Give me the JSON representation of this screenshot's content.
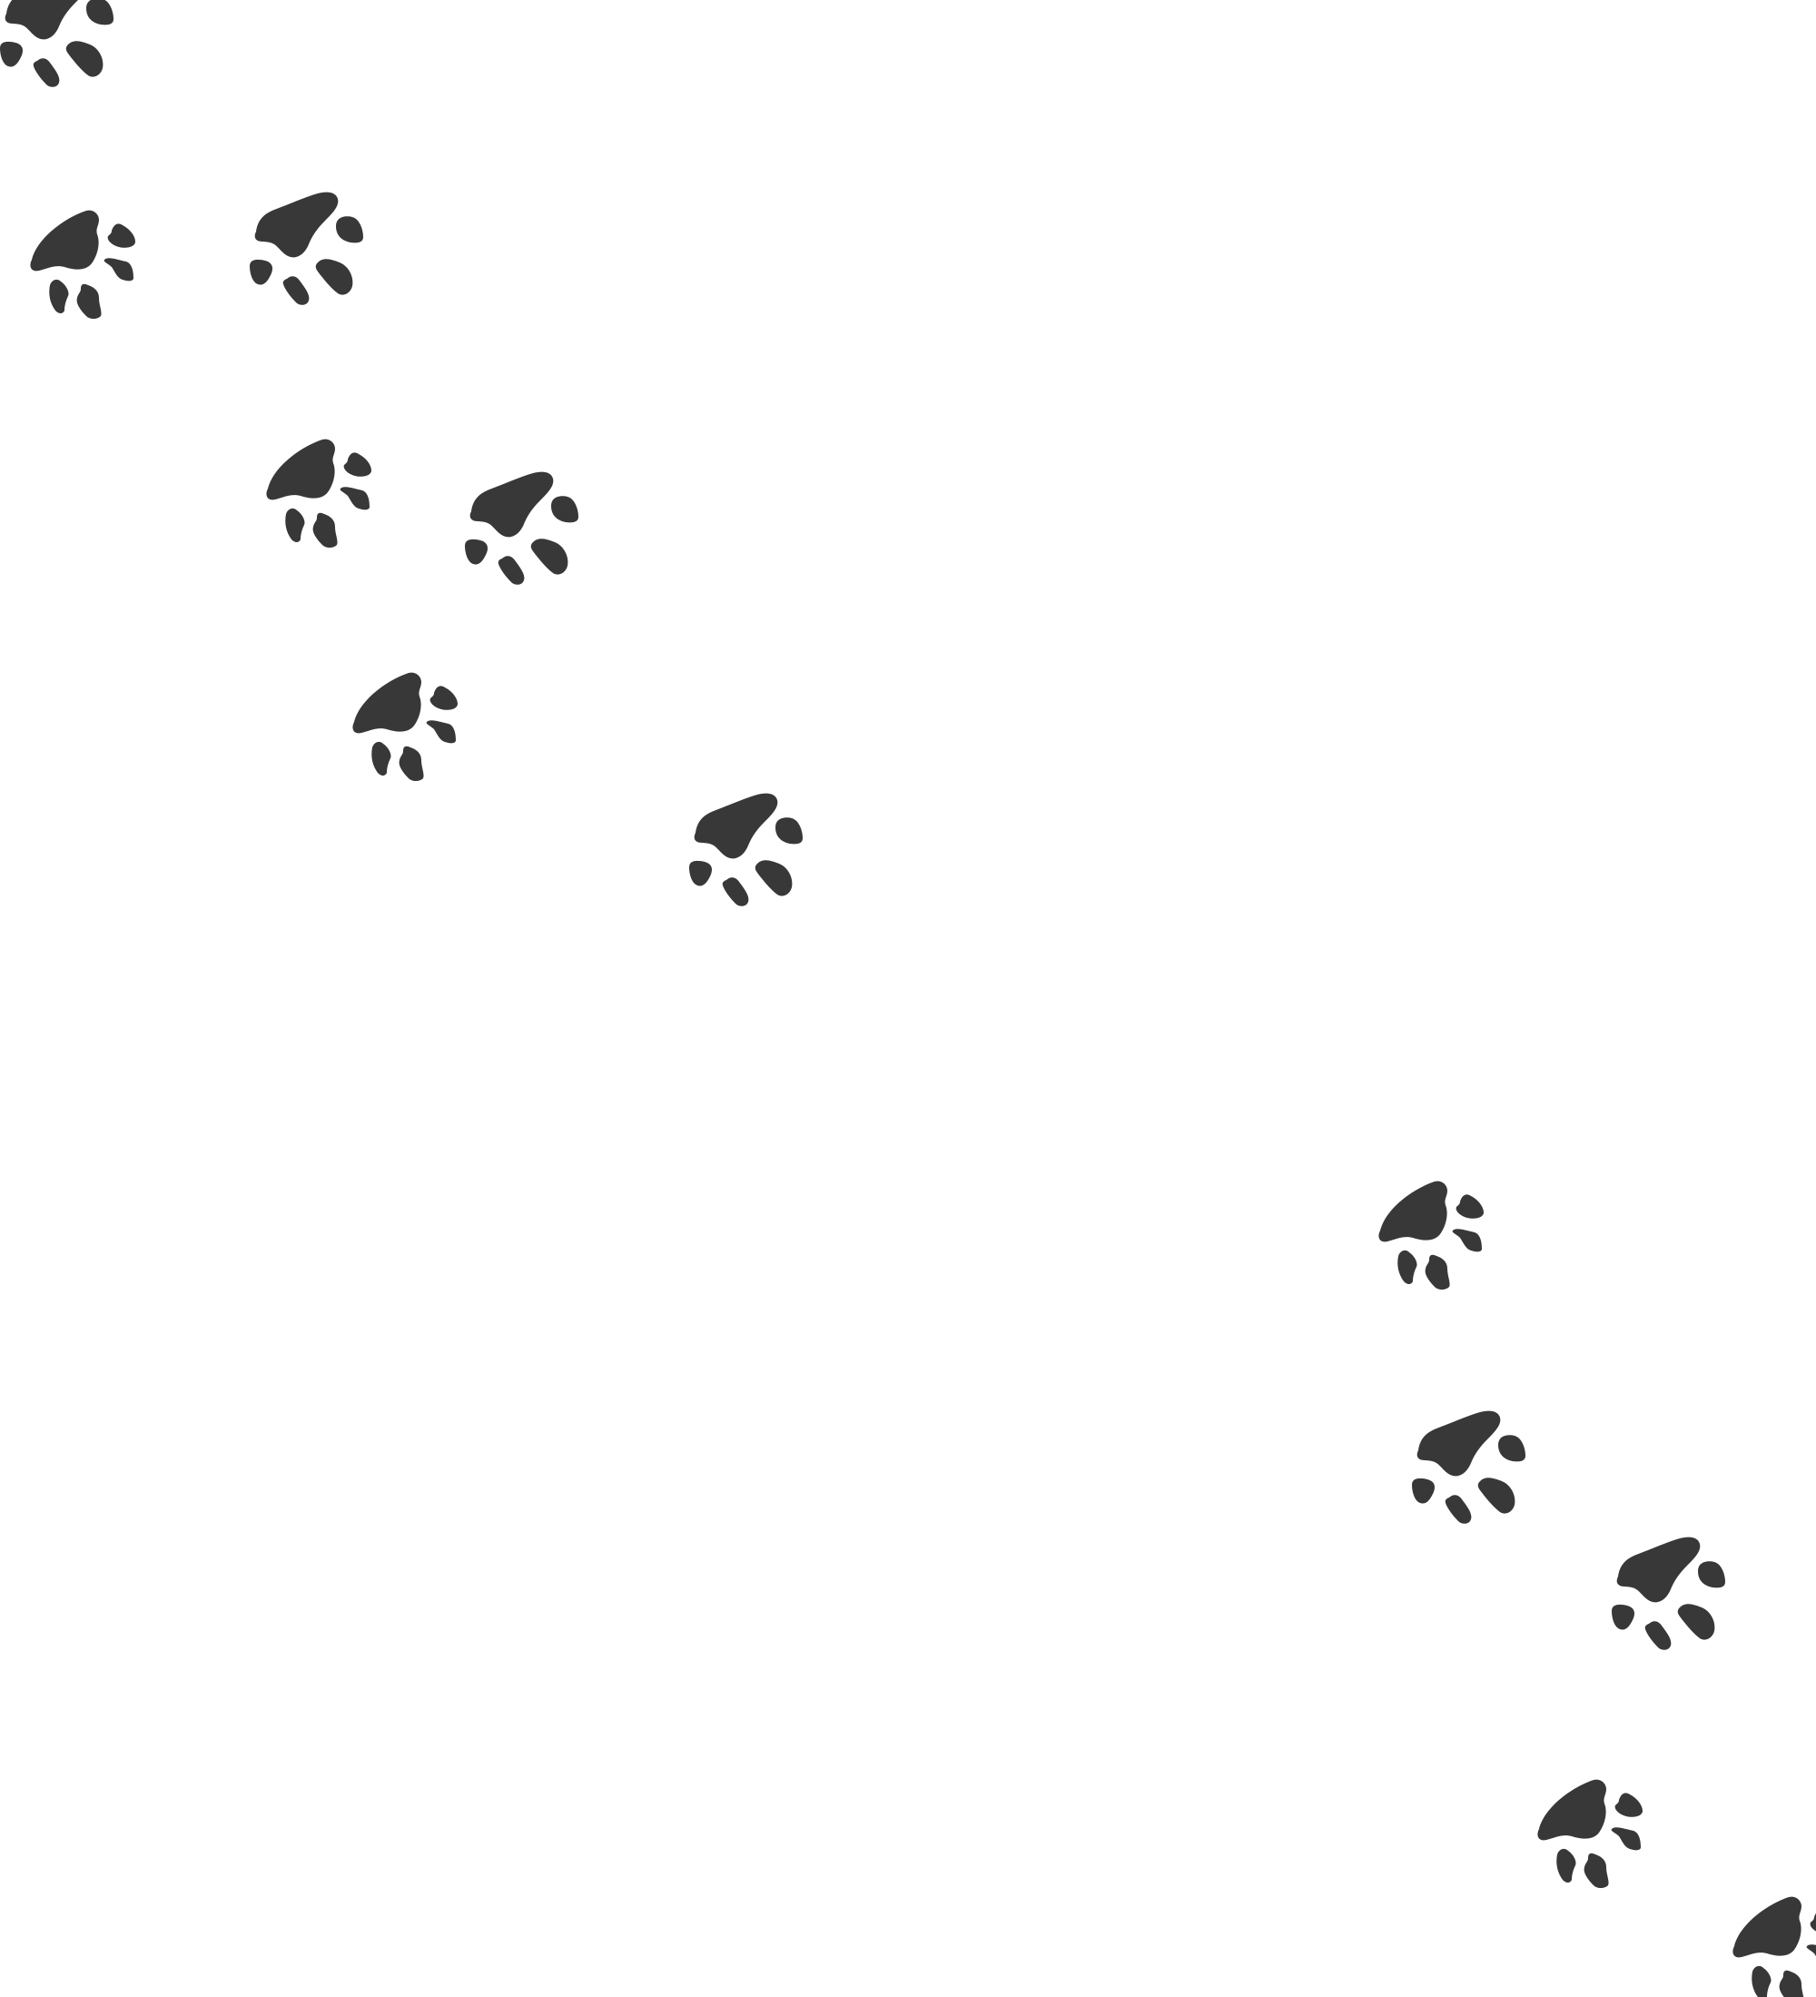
{
  "background_color": "#ffffff",
  "print_color": "#383838",
  "paw_prints": [
    {
      "variant": "left-foot"
    },
    {
      "variant": "right-foot"
    },
    {
      "variant": "left-foot"
    },
    {
      "variant": "right-foot"
    },
    {
      "variant": "left-foot"
    },
    {
      "variant": "right-foot"
    },
    {
      "variant": "left-foot"
    },
    {
      "variant": "right-foot"
    },
    {
      "variant": "left-foot"
    },
    {
      "variant": "right-foot"
    },
    {
      "variant": "left-foot"
    },
    {
      "variant": "right-foot"
    }
  ]
}
